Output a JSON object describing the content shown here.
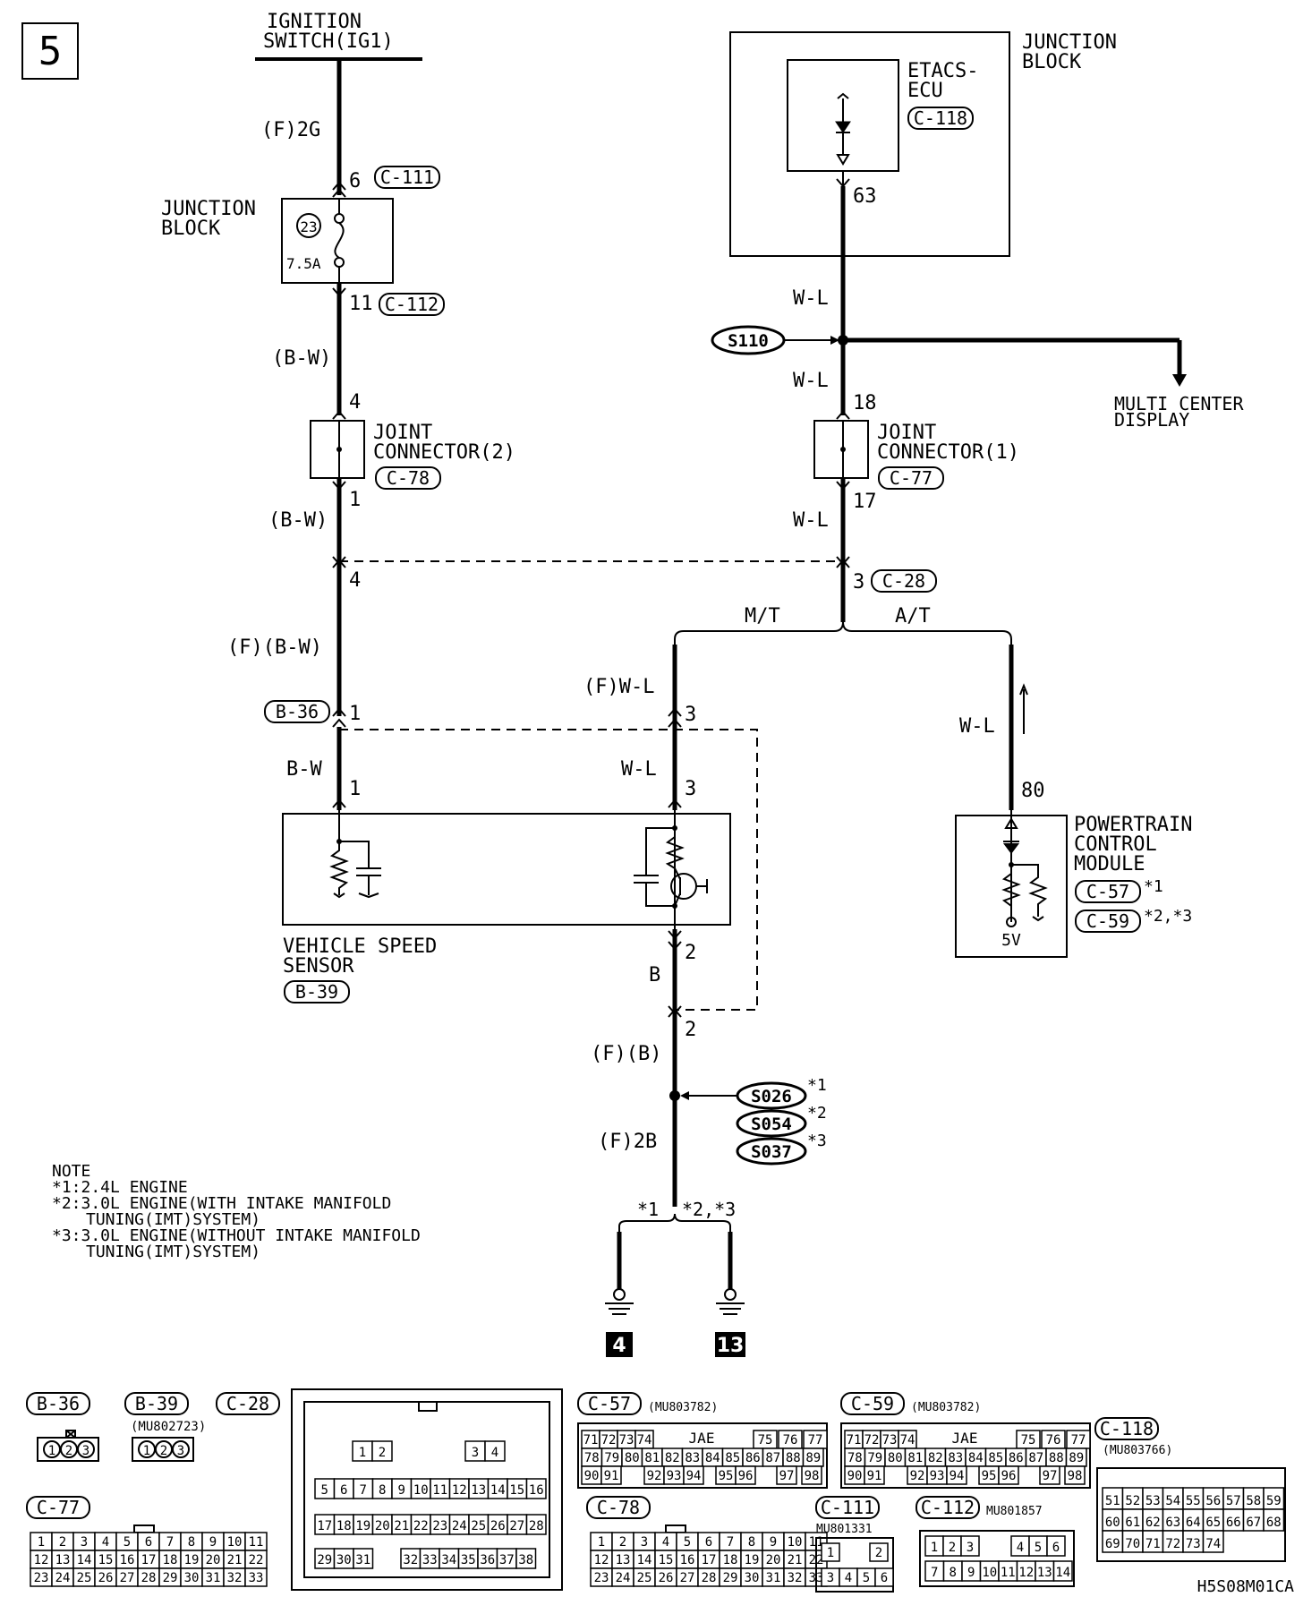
{
  "page_number": "5",
  "labels": {
    "ignition_1": "IGNITION",
    "ignition_2": "SWITCH(IG1)",
    "wire_f2g": "(F)2G",
    "pin_6": "6",
    "c111": "C-111",
    "jb_left_1": "JUNCTION",
    "jb_left_2": "BLOCK",
    "fuse_num": "23",
    "fuse_amp": "7.5A",
    "pin_11": "11",
    "c112": "C-112",
    "bw_1": "(B-W)",
    "pin_4a": "4",
    "jc2_1": "JOINT",
    "jc2_2": "CONNECTOR(2)",
    "c78": "C-78",
    "pin_1a": "1",
    "bw_2": "(B-W)",
    "pin_4b": "4",
    "fbw": "(F)(B-W)",
    "b36": "B-36",
    "pin_1b": "1",
    "bw_plain": "B-W",
    "pin_1c": "1",
    "vss_1": "VEHICLE SPEED",
    "vss_2": "SENSOR",
    "b39": "B-39",
    "jb_right_1": "JUNCTION",
    "jb_right_2": "BLOCK",
    "etacs_1": "ETACS-",
    "etacs_2": "ECU",
    "c118": "C-118",
    "pin_63": "63",
    "wl_1": "W-L",
    "s110": "S110",
    "mcd_1": "MULTI CENTER",
    "mcd_2": "DISPLAY",
    "wl_2": "W-L",
    "pin_18": "18",
    "jc1_1": "JOINT",
    "jc1_2": "CONNECTOR(1)",
    "c77": "C-77",
    "pin_17": "17",
    "wl_3": "W-L",
    "pin_3a": "3",
    "c28": "C-28",
    "mt": "M/T",
    "at": "A/T",
    "fwl": "(F)W-L",
    "pin_3b": "3",
    "wl_4": "W-L",
    "pin_3c": "3",
    "wl_5": "W-L",
    "pin_80": "80",
    "pcm_1": "POWERTRAIN",
    "pcm_2": "CONTROL",
    "pcm_3": "MODULE",
    "c57": "C-57",
    "c57_note": "*1",
    "c59": "C-59",
    "c59_note": "*2,*3",
    "v5": "5V",
    "pin_2a": "2",
    "b_wire": "B",
    "pin_2b": "2",
    "fb": "(F)(B)",
    "s026": "S026",
    "s026_n": "*1",
    "s054": "S054",
    "s054_n": "*2",
    "s037": "S037",
    "s037_n": "*3",
    "f2b": "(F)2B",
    "star1": "*1",
    "star23": "*2,*3",
    "ground_4": "4",
    "ground_13": "13",
    "note_0": "NOTE",
    "note_1": "*1:2.4L ENGINE",
    "note_2a": "*2:3.0L ENGINE(WITH INTAKE MANIFOLD",
    "note_2b": "TUNING(IMT)SYSTEM)",
    "note_3a": "*3:3.0L ENGINE(WITHOUT INTAKE MANIFOLD",
    "note_3b": "TUNING(IMT)SYSTEM)",
    "footer_code": "H5S08M01CA"
  },
  "connectors": {
    "b36": {
      "label": "B-36",
      "pins": [
        "1",
        "2",
        "3"
      ]
    },
    "b39": {
      "label": "B-39",
      "part": "(MU802723)",
      "pins": [
        "1",
        "2",
        "3"
      ]
    },
    "c28": {
      "label": "C-28"
    },
    "c57": {
      "label": "C-57",
      "part": "(MU803782)",
      "maker": "JAE"
    },
    "c59": {
      "label": "C-59",
      "part": "(MU803782)",
      "maker": "JAE"
    },
    "c118": {
      "label": "C-118",
      "part": "(MU803766)"
    },
    "c77": {
      "label": "C-77"
    },
    "c78": {
      "label": "C-78"
    },
    "c111": {
      "label": "C-111",
      "part": "MU801331"
    },
    "c112": {
      "label": "C-112",
      "part": "MU801857"
    }
  },
  "c28_rows": [
    [
      "1",
      "2",
      "3",
      "4"
    ],
    [
      "5",
      "6",
      "7",
      "8",
      "9",
      "10",
      "11",
      "12",
      "13",
      "14",
      "15",
      "16"
    ],
    [
      "17",
      "18",
      "19",
      "20",
      "21",
      "22",
      "23",
      "24",
      "25",
      "26",
      "27",
      "28"
    ],
    [
      "29",
      "30",
      "31",
      "32",
      "33",
      "34",
      "35",
      "36",
      "37",
      "38"
    ]
  ],
  "pcm_rows": [
    [
      "71",
      "72",
      "73",
      "74",
      "75",
      "76",
      "77"
    ],
    [
      "78",
      "79",
      "80",
      "81",
      "82",
      "83",
      "84",
      "85",
      "86",
      "87",
      "88",
      "89"
    ],
    [
      "90",
      "91",
      "92",
      "93",
      "94",
      "95",
      "96",
      "97",
      "98"
    ]
  ],
  "c118_rows": [
    [
      "51",
      "52",
      "53",
      "54",
      "55",
      "56",
      "57",
      "58",
      "59"
    ],
    [
      "60",
      "61",
      "62",
      "63",
      "64",
      "65",
      "66",
      "67",
      "68"
    ],
    [
      "69",
      "70",
      "71",
      "72",
      "73",
      "74"
    ]
  ],
  "c77_rows": [
    [
      "1",
      "2",
      "3",
      "4",
      "5",
      "6",
      "7",
      "8",
      "9",
      "10",
      "11"
    ],
    [
      "12",
      "13",
      "14",
      "15",
      "16",
      "17",
      "18",
      "19",
      "20",
      "21",
      "22"
    ],
    [
      "23",
      "24",
      "25",
      "26",
      "27",
      "28",
      "29",
      "30",
      "31",
      "32",
      "33"
    ]
  ],
  "c111_rows": [
    [
      "1",
      "2"
    ],
    [
      "3",
      "4",
      "5",
      "6"
    ]
  ],
  "c112_rows": [
    [
      "1",
      "2",
      "3",
      "4",
      "5",
      "6"
    ],
    [
      "7",
      "8",
      "9",
      "10",
      "11",
      "12",
      "13",
      "14"
    ]
  ]
}
